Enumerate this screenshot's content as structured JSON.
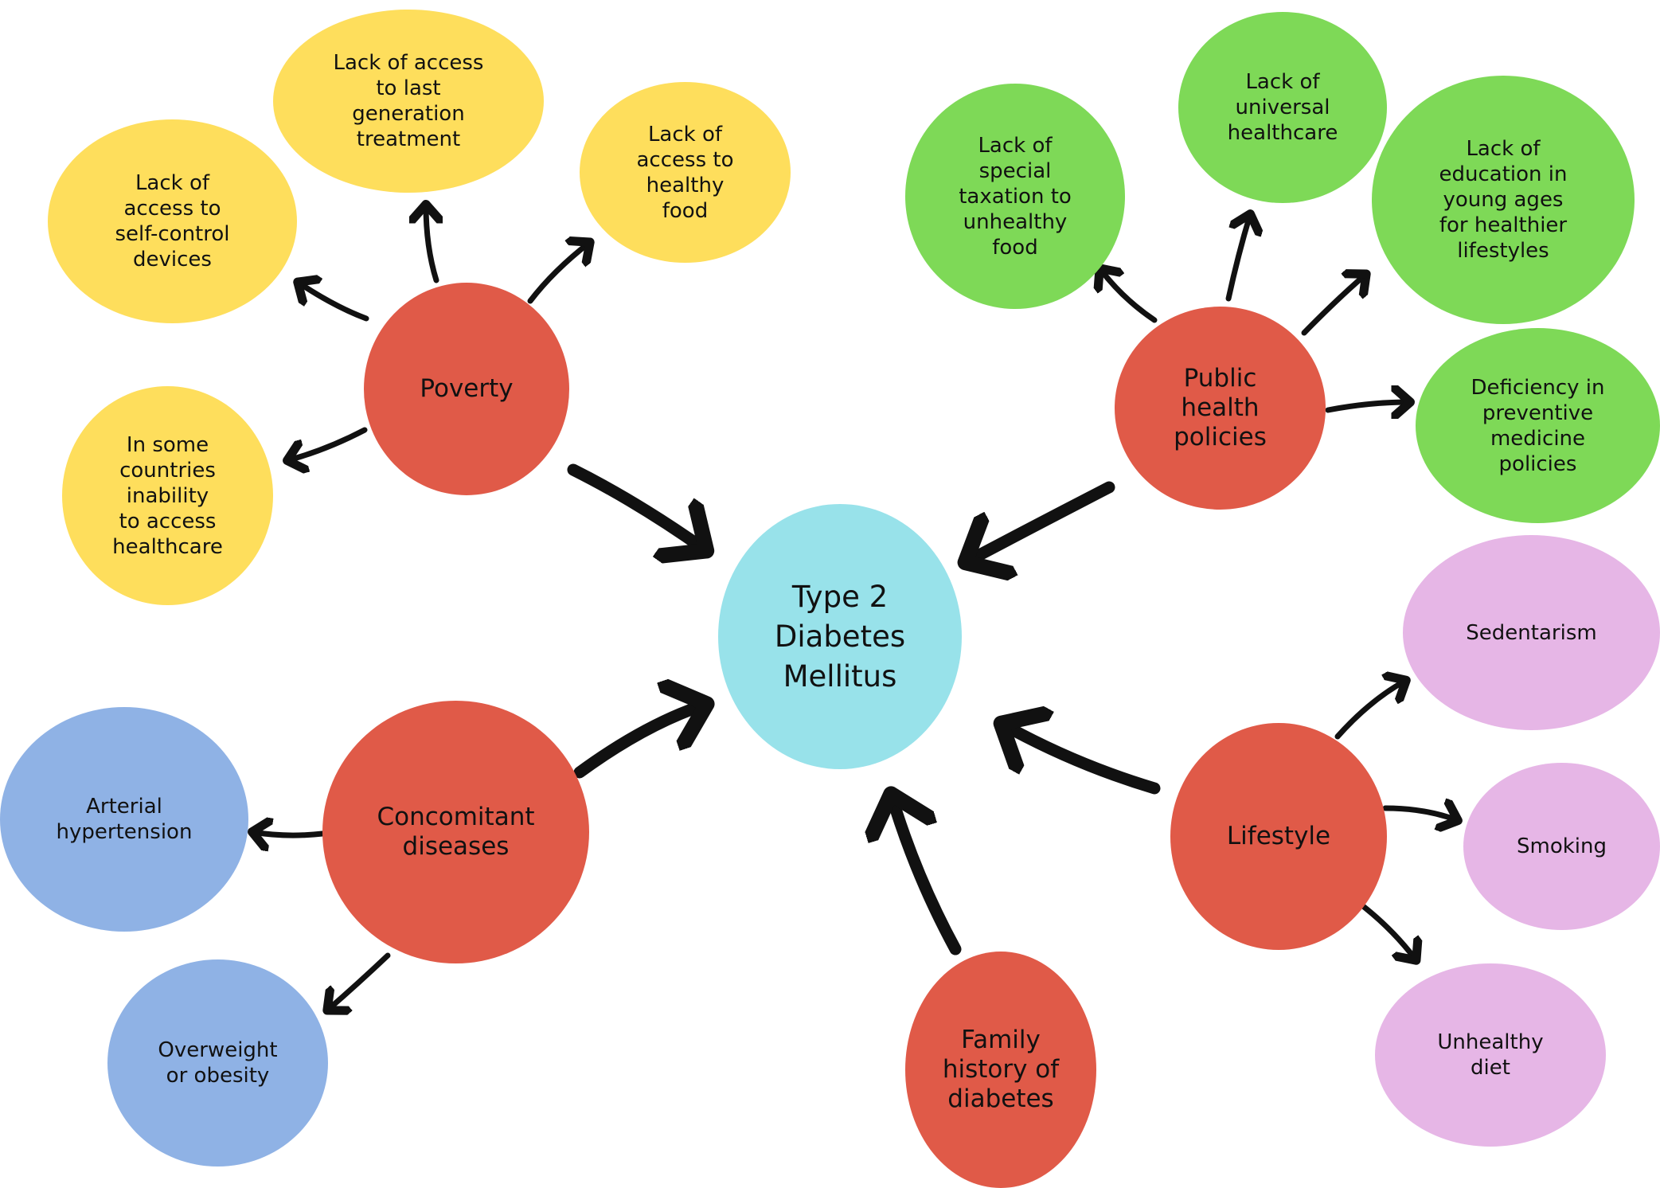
{
  "diagram": {
    "center": "Type 2\nDiabetes\nMellitus",
    "poverty": {
      "label": "Poverty",
      "items": [
        "Lack of\naccess to\nself-control\ndevices",
        "Lack of access\nto last\ngeneration\ntreatment",
        "Lack of\naccess to\nhealthy\nfood",
        "In some\ncountries\ninability\nto access\nhealthcare"
      ]
    },
    "public_health": {
      "label": "Public\nhealth\npolicies",
      "items": [
        "Lack of\nspecial\ntaxation to\nunhealthy\nfood",
        "Lack of\nuniversal\nhealthcare",
        "Lack of\neducation in\nyoung ages\nfor healthier\nlifestyles",
        "Deficiency in\npreventive\nmedicine\npolicies"
      ]
    },
    "concomitant": {
      "label": "Concomitant\ndiseases",
      "items": [
        "Arterial\nhypertension",
        "Overweight\nor obesity"
      ]
    },
    "family": {
      "label": "Family\nhistory of\ndiabetes"
    },
    "lifestyle": {
      "label": "Lifestyle",
      "items": [
        "Sedentarism",
        "Smoking",
        "Unhealthy\ndiet"
      ]
    }
  },
  "colors": {
    "red": "#e05a48",
    "yellow": "#fede5c",
    "green": "#7ed957",
    "cyan": "#98e2ea",
    "blue": "#8fb2e5",
    "pink": "#e6b6e6",
    "arrow": "#111111"
  }
}
